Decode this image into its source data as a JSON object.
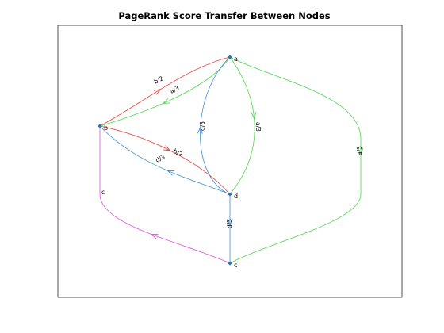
{
  "title": "PageRank Score Transfer Between Nodes",
  "colors": {
    "red": "#f0433a",
    "green": "#4cd64c",
    "blue": "#3f8fd2",
    "magenta": "#e053e0",
    "node": "#1f77b4",
    "frame": "#262626"
  },
  "nodes": [
    {
      "id": "a",
      "label": "a"
    },
    {
      "id": "b",
      "label": "b"
    },
    {
      "id": "c",
      "label": "c"
    },
    {
      "id": "d",
      "label": "d"
    }
  ],
  "edges": [
    {
      "from": "b",
      "to": "a",
      "label": "b/2",
      "color": "red"
    },
    {
      "from": "a",
      "to": "b",
      "label": "a/3",
      "color": "green"
    },
    {
      "from": "a",
      "to": "d",
      "label": "a/3",
      "color": "green"
    },
    {
      "from": "a",
      "to": "c",
      "label": "a/3",
      "color": "green"
    },
    {
      "from": "b",
      "to": "d",
      "label": "b/2",
      "color": "red"
    },
    {
      "from": "d",
      "to": "b",
      "label": "d/3",
      "color": "blue"
    },
    {
      "from": "d",
      "to": "a",
      "label": "d/3",
      "color": "blue"
    },
    {
      "from": "d",
      "to": "c",
      "label": "d/3",
      "color": "blue"
    },
    {
      "from": "c",
      "to": "b",
      "label": "c",
      "color": "magenta"
    }
  ]
}
